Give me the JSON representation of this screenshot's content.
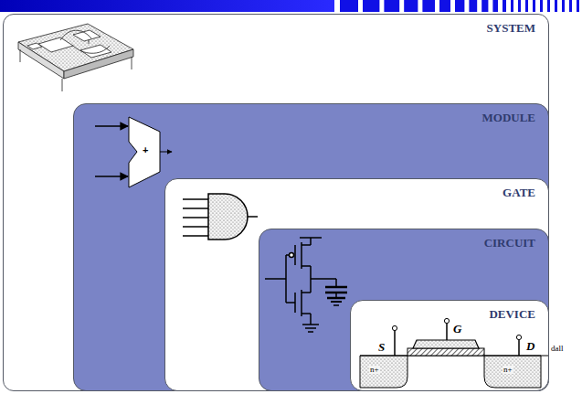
{
  "diagram": {
    "nodes": [
      {
        "text": [
          "SYSTEM"
        ]
      },
      {
        "text": [
          "MODULE"
        ],
        "in": 0
      },
      {
        "text": [
          "GATE"
        ],
        "in": 1
      },
      {
        "text": [
          "CIRCUIT"
        ],
        "in": 2
      },
      {
        "text": [
          "DEVICE"
        ],
        "in": 3
      }
    ],
    "labels": [
      "+",
      "S",
      "G",
      "D",
      "n+",
      "n+",
      "dall"
    ]
  }
}
